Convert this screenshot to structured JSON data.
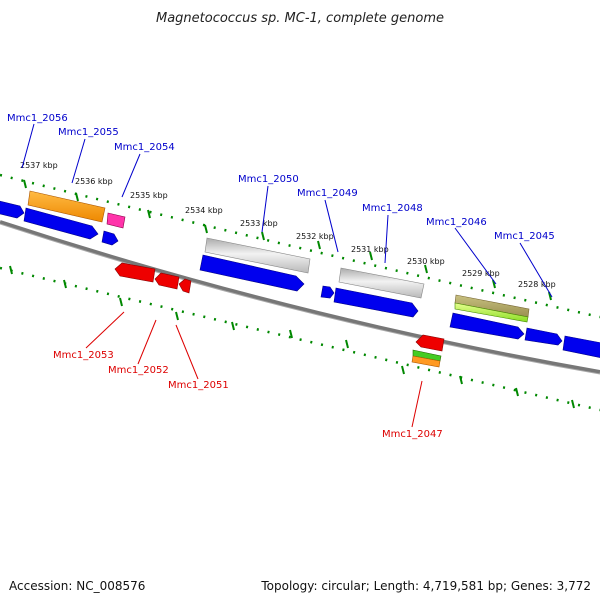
{
  "title": "Magnetococcus sp. MC-1, complete genome",
  "footer": {
    "accession": "Accession: NC_008576",
    "topology": "Topology: circular; Length: 4,719,581 bp; Genes: 3,772"
  },
  "colors": {
    "forward_label": "#0000cc",
    "reverse_label": "#dd0000",
    "tick": "#008800",
    "backbone": "#777777"
  },
  "kbp_labels": [
    "2537 kbp",
    "2536 kbp",
    "2535 kbp",
    "2534 kbp",
    "2533 kbp",
    "2532 kbp",
    "2531 kbp",
    "2530 kbp",
    "2529 kbp",
    "2528 kbp"
  ],
  "forward_genes": [
    "Mmc1_2056",
    "Mmc1_2055",
    "Mmc1_2054",
    "Mmc1_2050",
    "Mmc1_2049",
    "Mmc1_2048",
    "Mmc1_2046",
    "Mmc1_2045"
  ],
  "reverse_genes": [
    "Mmc1_2053",
    "Mmc1_2052",
    "Mmc1_2051",
    "Mmc1_2047"
  ],
  "feature_colors": [
    "blue",
    "orange",
    "magenta",
    "gray",
    "olive-green",
    "red"
  ]
}
